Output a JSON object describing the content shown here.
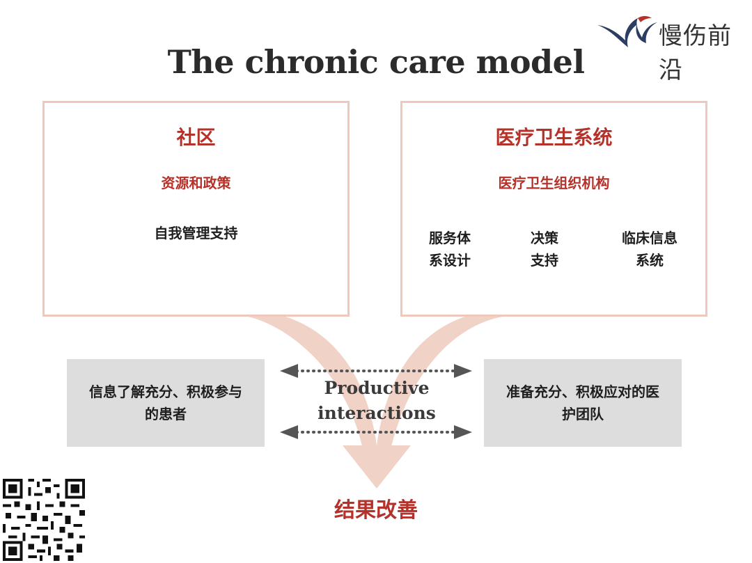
{
  "logo": {
    "text": "慢伤前沿"
  },
  "title": "The chronic care model",
  "community": {
    "heading": "社区",
    "subheading": "资源和政策",
    "item": "自我管理支持"
  },
  "health_system": {
    "heading": "医疗卫生系统",
    "subheading": "医疗卫生组织机构",
    "items": [
      {
        "line1": "服务体",
        "line2": "系设计"
      },
      {
        "line1": "决策",
        "line2": "支持"
      },
      {
        "line1": "临床信息",
        "line2": "系统"
      }
    ]
  },
  "patient": {
    "line1": "信息了解充分、积极参与",
    "line2": "的患者"
  },
  "team": {
    "line1": "准备充分、积极应对的医",
    "line2": "护团队"
  },
  "interactions": {
    "line1": "Productive",
    "line2": "interactions"
  },
  "outcome": "结果改善",
  "colors": {
    "accent_red": "#b5322a",
    "border_pink": "#efc7bb",
    "arrow_pink": "#f1d2c6",
    "gray_box": "#dddddd",
    "dot_arrow": "#555555"
  }
}
